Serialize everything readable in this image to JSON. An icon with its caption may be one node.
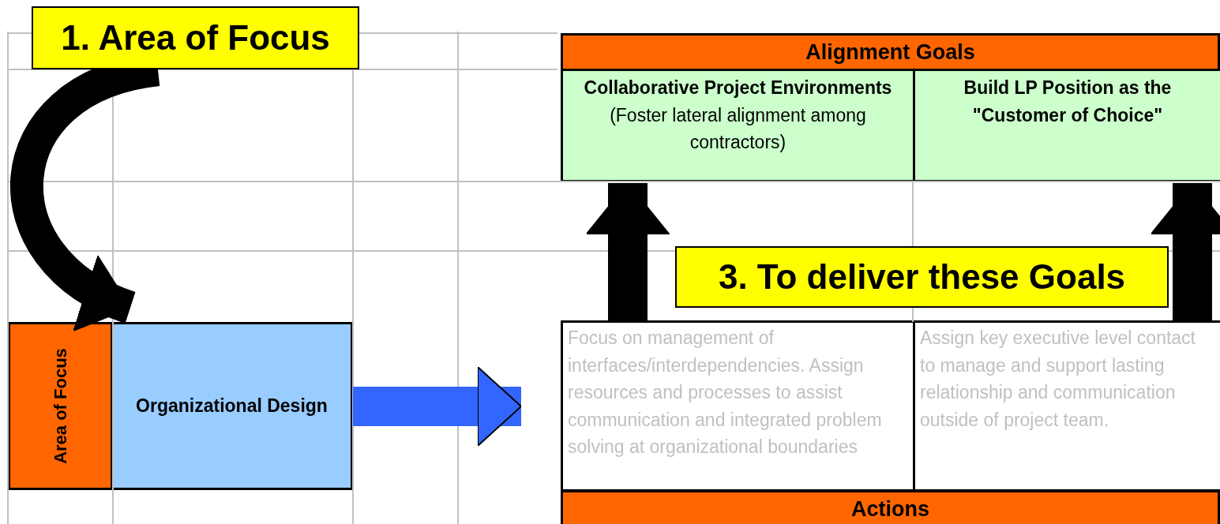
{
  "diagram": {
    "nodes": [
      {
        "text": [
          "1. Area of Focus"
        ]
      },
      {
        "text": [
          "Area of Focus"
        ]
      },
      {
        "text": [
          "Organizational Design"
        ]
      },
      {
        "text": [
          "Alignment Goals"
        ]
      },
      {
        "text": [
          "**Collaborative Project Environments** (Foster lateral alignment among contractors)"
        ]
      },
      {
        "text": [
          "Build LP Position as the \"Customer of Choice\""
        ]
      },
      {
        "text": [
          "3. To deliver these Goals"
        ]
      },
      {
        "text": [
          "Focus on management of interfaces/interdependencies. Assign resources and processes to assist communication and integrated problem solving at organizational boundaries"
        ]
      },
      {
        "text": [
          "Assign key executive level contact to manage and support lasting relationship and communication outside of project team."
        ]
      },
      {
        "text": [
          "Actions"
        ]
      }
    ],
    "edges": [
      {
        "from": 0,
        "to": 2,
        "arrow": "to"
      },
      {
        "from": 2,
        "to": 7,
        "arrow": "to",
        "color": "#3366ff"
      },
      {
        "from": 7,
        "to": 4,
        "arrow": "to"
      },
      {
        "from": 8,
        "to": 5,
        "arrow": "to"
      }
    ]
  }
}
